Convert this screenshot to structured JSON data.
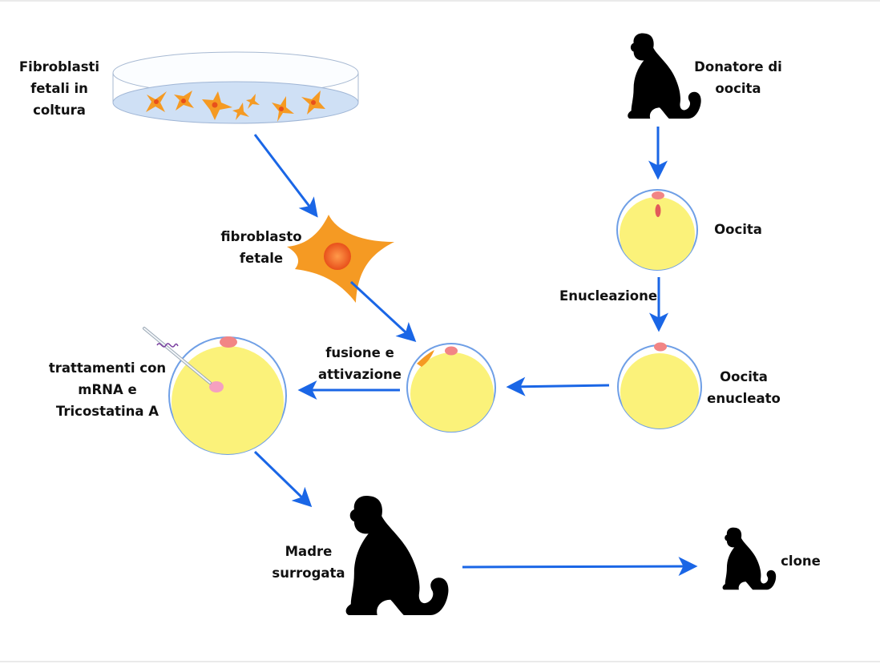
{
  "labels": {
    "fibroblasts_line1": "Fibroblasti",
    "fibroblasts_line2": "fetali in",
    "fibroblasts_line3": "coltura",
    "fibroblast_line1": "fibroblasto",
    "fibroblast_line2": "fetale",
    "donor_line1": "Donatore di",
    "donor_line2": "oocita",
    "oocyte": "Oocita",
    "enucleation": "Enucleazione",
    "enucleated_line1": "Oocita",
    "enucleated_line2": "enucleato",
    "fusion_line1": "fusione e",
    "fusion_line2": "attivazione",
    "treatment_line1": "trattamenti con",
    "treatment_line2": "mRNA e",
    "treatment_line3": "Tricostatina A",
    "surrogate_line1": "Madre",
    "surrogate_line2": "surrogata",
    "clone": "clone"
  },
  "colors": {
    "arrow": "#1a66e6",
    "cytoplasm": "#fbf27a",
    "zona": "#6f9fe6",
    "nucleus": "#f28585",
    "fibroblast": "#f59a23",
    "fibroblast_nucleus": "#e8501b",
    "dish": "#cfe0f5",
    "silhouette": "#000000"
  }
}
